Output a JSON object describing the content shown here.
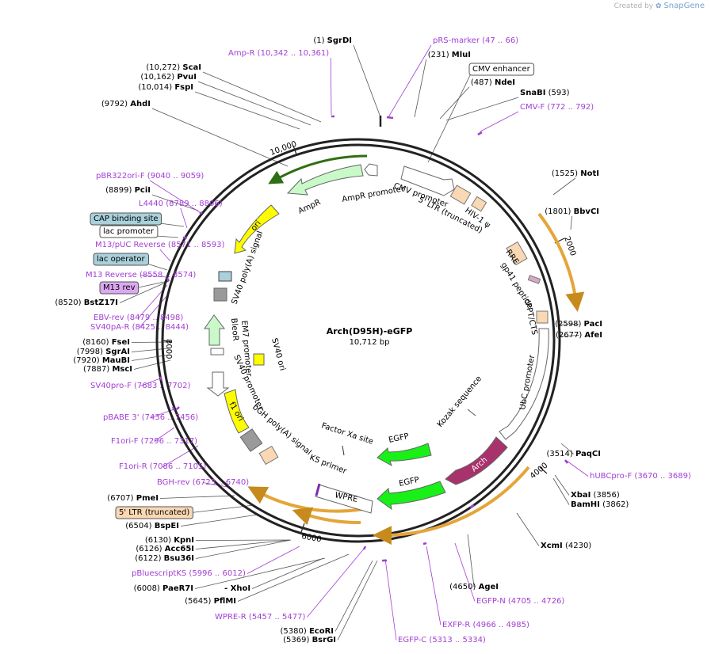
{
  "credit": {
    "prefix": "Created by",
    "brand": "SnapGene"
  },
  "plasmid": {
    "name": "Arch(D95H)-eGFP",
    "length_label": "10,712 bp",
    "length": 10712
  },
  "ticks": [
    {
      "label": "2000"
    },
    {
      "label": "4000"
    },
    {
      "label": "6000"
    },
    {
      "label": "8000"
    },
    {
      "label": "10,000"
    }
  ],
  "site_labels": [
    {
      "pos": "(1)",
      "name": "SgrDI",
      "kind": "enzyme"
    },
    {
      "pos": "(47 .. 66)",
      "name": "pRS-marker",
      "kind": "primer"
    },
    {
      "pos": "(231)",
      "name": "MluI",
      "kind": "enzyme"
    },
    {
      "name": "CMV enhancer",
      "kind": "boxed"
    },
    {
      "pos": "(487)",
      "name": "NdeI",
      "kind": "enzyme"
    },
    {
      "pos": "(593)",
      "name": "SnaBI",
      "kind": "enzyme"
    },
    {
      "pos": "(772 .. 792)",
      "name": "CMV-F",
      "kind": "primer"
    },
    {
      "pos": "(1525)",
      "name": "NotI",
      "kind": "enzyme"
    },
    {
      "pos": "(1801)",
      "name": "BbvCI",
      "kind": "enzyme"
    },
    {
      "pos": "(2598)",
      "name": "PacI",
      "kind": "enzyme"
    },
    {
      "pos": "(2677)",
      "name": "AfeI",
      "kind": "enzyme"
    },
    {
      "pos": "(3514)",
      "name": "PaqCI",
      "kind": "enzyme"
    },
    {
      "pos": "(3670 .. 3689)",
      "name": "hUBCpro-F",
      "kind": "primer"
    },
    {
      "pos": "(3856)",
      "name": "XbaI",
      "kind": "enzyme"
    },
    {
      "pos": "(3862)",
      "name": "BamHI",
      "kind": "enzyme"
    },
    {
      "pos": "(4230)",
      "name": "XcmI",
      "kind": "enzyme"
    },
    {
      "pos": "(4650)",
      "name": "AgeI",
      "kind": "enzyme"
    },
    {
      "pos": "(4705 .. 4726)",
      "name": "EGFP-N",
      "kind": "primer"
    },
    {
      "pos": "(4966 .. 4985)",
      "name": "EXFP-R",
      "kind": "primer"
    },
    {
      "pos": "(5313 .. 5334)",
      "name": "EGFP-C",
      "kind": "primer"
    },
    {
      "pos": "(5369)",
      "name": "BsrGI",
      "kind": "enzyme"
    },
    {
      "pos": "(5380)",
      "name": "EcoRI",
      "kind": "enzyme"
    },
    {
      "pos": "(5457 .. 5477)",
      "name": "WPRE-R",
      "kind": "primer"
    },
    {
      "pos": "(5645)",
      "name": "PflMI",
      "kind": "enzyme"
    },
    {
      "pos": "(6008)",
      "name": "PaeR7I",
      "kind": "enzyme"
    },
    {
      "name": "- XhoI",
      "kind": "enzyme-cont"
    },
    {
      "pos": "(5996 .. 6012)",
      "name": "pBluescriptKS",
      "kind": "primer"
    },
    {
      "pos": "(6122)",
      "name": "Bsu36I",
      "kind": "enzyme"
    },
    {
      "pos": "(6126)",
      "name": "Acc65I",
      "kind": "enzyme"
    },
    {
      "pos": "(6130)",
      "name": "KpnI",
      "kind": "enzyme"
    },
    {
      "pos": "(6504)",
      "name": "BspEI",
      "kind": "enzyme"
    },
    {
      "name": "5' LTR (truncated)",
      "kind": "boxed"
    },
    {
      "pos": "(6707)",
      "name": "PmeI",
      "kind": "enzyme"
    },
    {
      "pos": "(6723 .. 6740)",
      "name": "BGH-rev",
      "kind": "primer"
    },
    {
      "pos": "(7086 .. 7105)",
      "name": "F1ori-R",
      "kind": "primer"
    },
    {
      "pos": "(7296 .. 7317)",
      "name": "F1ori-F",
      "kind": "primer"
    },
    {
      "pos": "(7436 .. 7456)",
      "name": "pBABE 3'",
      "kind": "primer"
    },
    {
      "pos": "(7683 .. 7702)",
      "name": "SV40pro-F",
      "kind": "primer"
    },
    {
      "pos": "(7887)",
      "name": "MscI",
      "kind": "enzyme"
    },
    {
      "pos": "(7920)",
      "name": "MauBI",
      "kind": "enzyme"
    },
    {
      "pos": "(7998)",
      "name": "SgrAI",
      "kind": "enzyme"
    },
    {
      "pos": "(8160)",
      "name": "FseI",
      "kind": "enzyme"
    },
    {
      "pos": "(8425 .. 8444)",
      "name": "SV40pA-R",
      "kind": "primer"
    },
    {
      "pos": "(8479 .. 8498)",
      "name": "EBV-rev",
      "kind": "primer"
    },
    {
      "pos": "(8520)",
      "name": "BstZ17I",
      "kind": "enzyme"
    },
    {
      "name": "M13 rev",
      "kind": "boxed"
    },
    {
      "pos": "(8558 .. 8574)",
      "name": "M13 Reverse",
      "kind": "primer"
    },
    {
      "name": "lac operator",
      "kind": "boxed"
    },
    {
      "pos": "(8571 .. 8593)",
      "name": "M13/pUC Reverse",
      "kind": "primer"
    },
    {
      "name": "lac promoter",
      "kind": "boxed"
    },
    {
      "name": "CAP binding site",
      "kind": "boxed"
    },
    {
      "pos": "(8789 .. 8806)",
      "name": "L4440",
      "kind": "primer"
    },
    {
      "pos": "(8899)",
      "name": "PciI",
      "kind": "enzyme"
    },
    {
      "pos": "(9040 .. 9059)",
      "name": "pBR322ori-F",
      "kind": "primer"
    },
    {
      "pos": "(9792)",
      "name": "AhdI",
      "kind": "enzyme"
    },
    {
      "pos": "(10,014)",
      "name": "FspI",
      "kind": "enzyme"
    },
    {
      "pos": "(10,162)",
      "name": "PvuI",
      "kind": "enzyme"
    },
    {
      "pos": "(10,272)",
      "name": "ScaI",
      "kind": "enzyme"
    },
    {
      "pos": "(10,342 .. 10,361)",
      "name": "Amp-R",
      "kind": "primer"
    }
  ],
  "feature_labels": [
    "CMV promoter",
    "5' LTR (truncated)",
    "HIV-1 ψ",
    "RRE",
    "gp41 peptide",
    "cPPT/CTS",
    "UbC promoter",
    "Kozak sequence",
    "Arch",
    "EGFP",
    "Factor Xa site",
    "EGFP",
    "KS primer",
    "WPRE",
    "bGH poly(A) signal",
    "f1 ori",
    "SV40 promoter",
    "EM7 promoter",
    "BleoR",
    "SV40 ori",
    "SV40 poly(A) signal",
    "ori",
    "AmpR",
    "AmpR promoter"
  ],
  "colors": {
    "ring": "#222222",
    "primer": "#a23ed3",
    "tan": "#f9d8b3",
    "yellow": "#fdfd00",
    "lightgreen": "#c9f9c9",
    "green": "#18f018",
    "arch": "#a8336c",
    "orange": "#e4a539",
    "gray": "#9a9a9a",
    "teal": "#a9d0db",
    "m13": "#dca8f2"
  }
}
